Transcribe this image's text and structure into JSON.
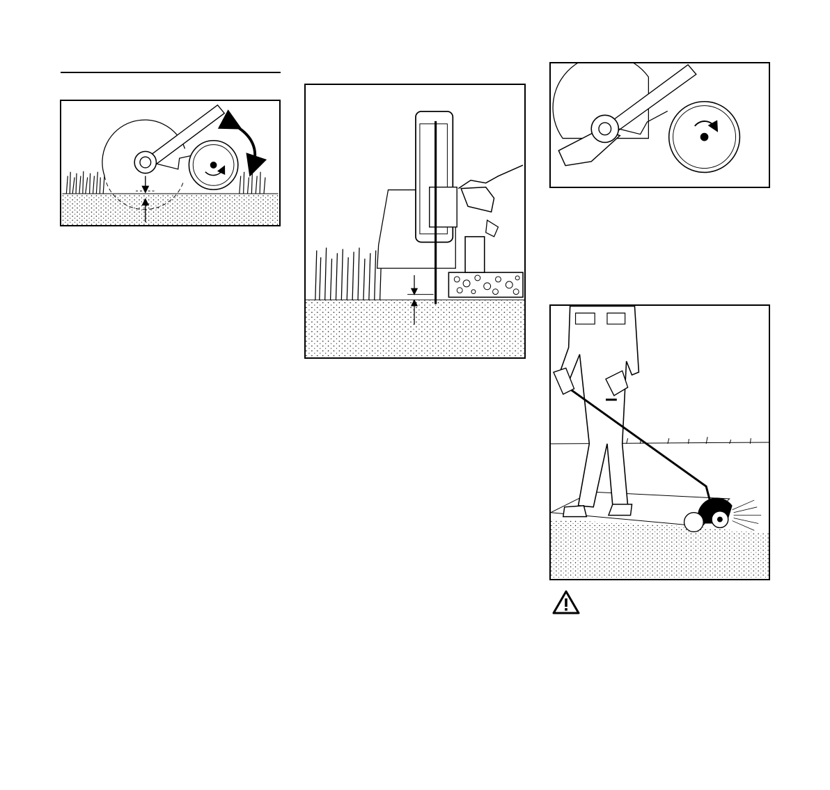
{
  "page": {
    "figures": [
      {
        "id": "figure-edging-depth-side"
      },
      {
        "id": "figure-edging-cross-section"
      },
      {
        "id": "figure-wheel-adjustment"
      },
      {
        "id": "figure-operator-edging"
      }
    ],
    "warning_symbol": {
      "icon": "warning-triangle-icon"
    }
  },
  "colors": {
    "ink": "#000000",
    "paper": "#ffffff"
  }
}
